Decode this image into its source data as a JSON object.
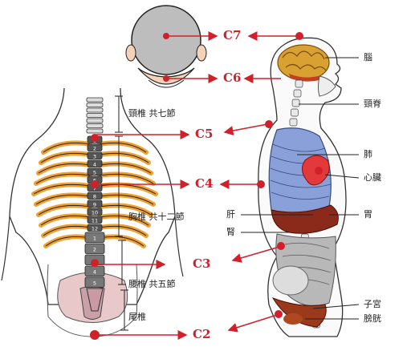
{
  "chakra_labels": {
    "c7": "C7",
    "c6": "C6",
    "c5": "C5",
    "c4": "C4",
    "c3": "C3",
    "c2": "C2"
  },
  "spine_labels": {
    "cervical": "頸椎 共七節",
    "thoracic": "胸椎 共十二節",
    "lumbar": "腰椎 共五節",
    "sacrum": "尾椎"
  },
  "organ_labels": {
    "brain": "腦",
    "neck_spine": "頸脊",
    "lungs": "肺",
    "heart": "心臟",
    "liver": "肝",
    "stomach": "胃",
    "kidney": "腎",
    "uterus": "子宮",
    "bladder": "膀胱"
  },
  "vertebra_numbers": [
    "1",
    "2",
    "3",
    "4",
    "5",
    "6",
    "7",
    "8",
    "9",
    "10",
    "11",
    "12",
    "1",
    "2",
    "3",
    "4",
    "5"
  ],
  "colors": {
    "accent_red": "#d0202a",
    "rib_orange": "#f0a030",
    "lung_blue": "#8aa0d8",
    "liver_brown": "#8b2a1a",
    "brain_gold": "#d9a032",
    "spine_gray": "#555555"
  }
}
